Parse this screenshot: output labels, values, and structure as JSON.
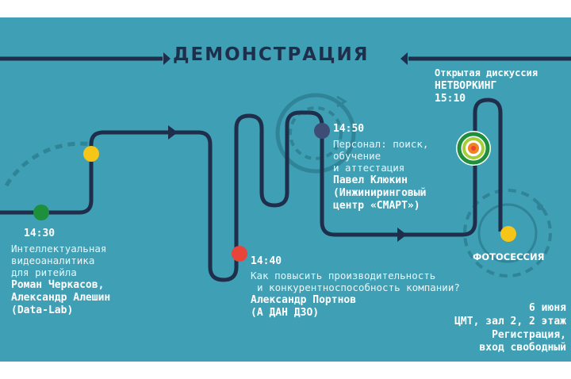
{
  "title": "ДЕМОНСТРАЦИЯ",
  "colors": {
    "background": "#3f9fb4",
    "track": "#1f2e4a",
    "dot_green": "#1e8f3a",
    "dot_yellow": "#f5c518",
    "dot_red": "#e8443a",
    "dot_navy": "#3d4d75"
  },
  "events": [
    {
      "time": "14:30",
      "topic_lines": [
        "Интеллектуальная",
        "видеоаналитика",
        "для ритейла"
      ],
      "speaker_lines": [
        "Роман Черкасов,",
        "Александр Алешин",
        "(Data-Lab)"
      ]
    },
    {
      "time": "14:40",
      "topic_lines": [
        "Как повысить производительность",
        "и конкурентноспособность компании?"
      ],
      "speaker_lines": [
        "Александр Портнов",
        "(А ДАН ДЗО)"
      ]
    },
    {
      "time": "14:50",
      "topic_lines": [
        "Персонал: поиск,",
        " обучение",
        "и аттестация"
      ],
      "speaker_lines": [
        "Павел Клюкин",
        "(Инжиниринговый",
        "центр «СМАРТ»)"
      ]
    },
    {
      "time": "15:10",
      "topic_lines": [
        "Открытая дискуссия"
      ],
      "speaker_lines": [
        "НЕТВОРКИНГ"
      ]
    }
  ],
  "photo_label": "ФОТОСЕССИЯ",
  "info_lines": [
    "6 июня",
    "ЦМТ, зал 2, 2 этаж",
    "Регистрация,",
    "вход свободный"
  ]
}
